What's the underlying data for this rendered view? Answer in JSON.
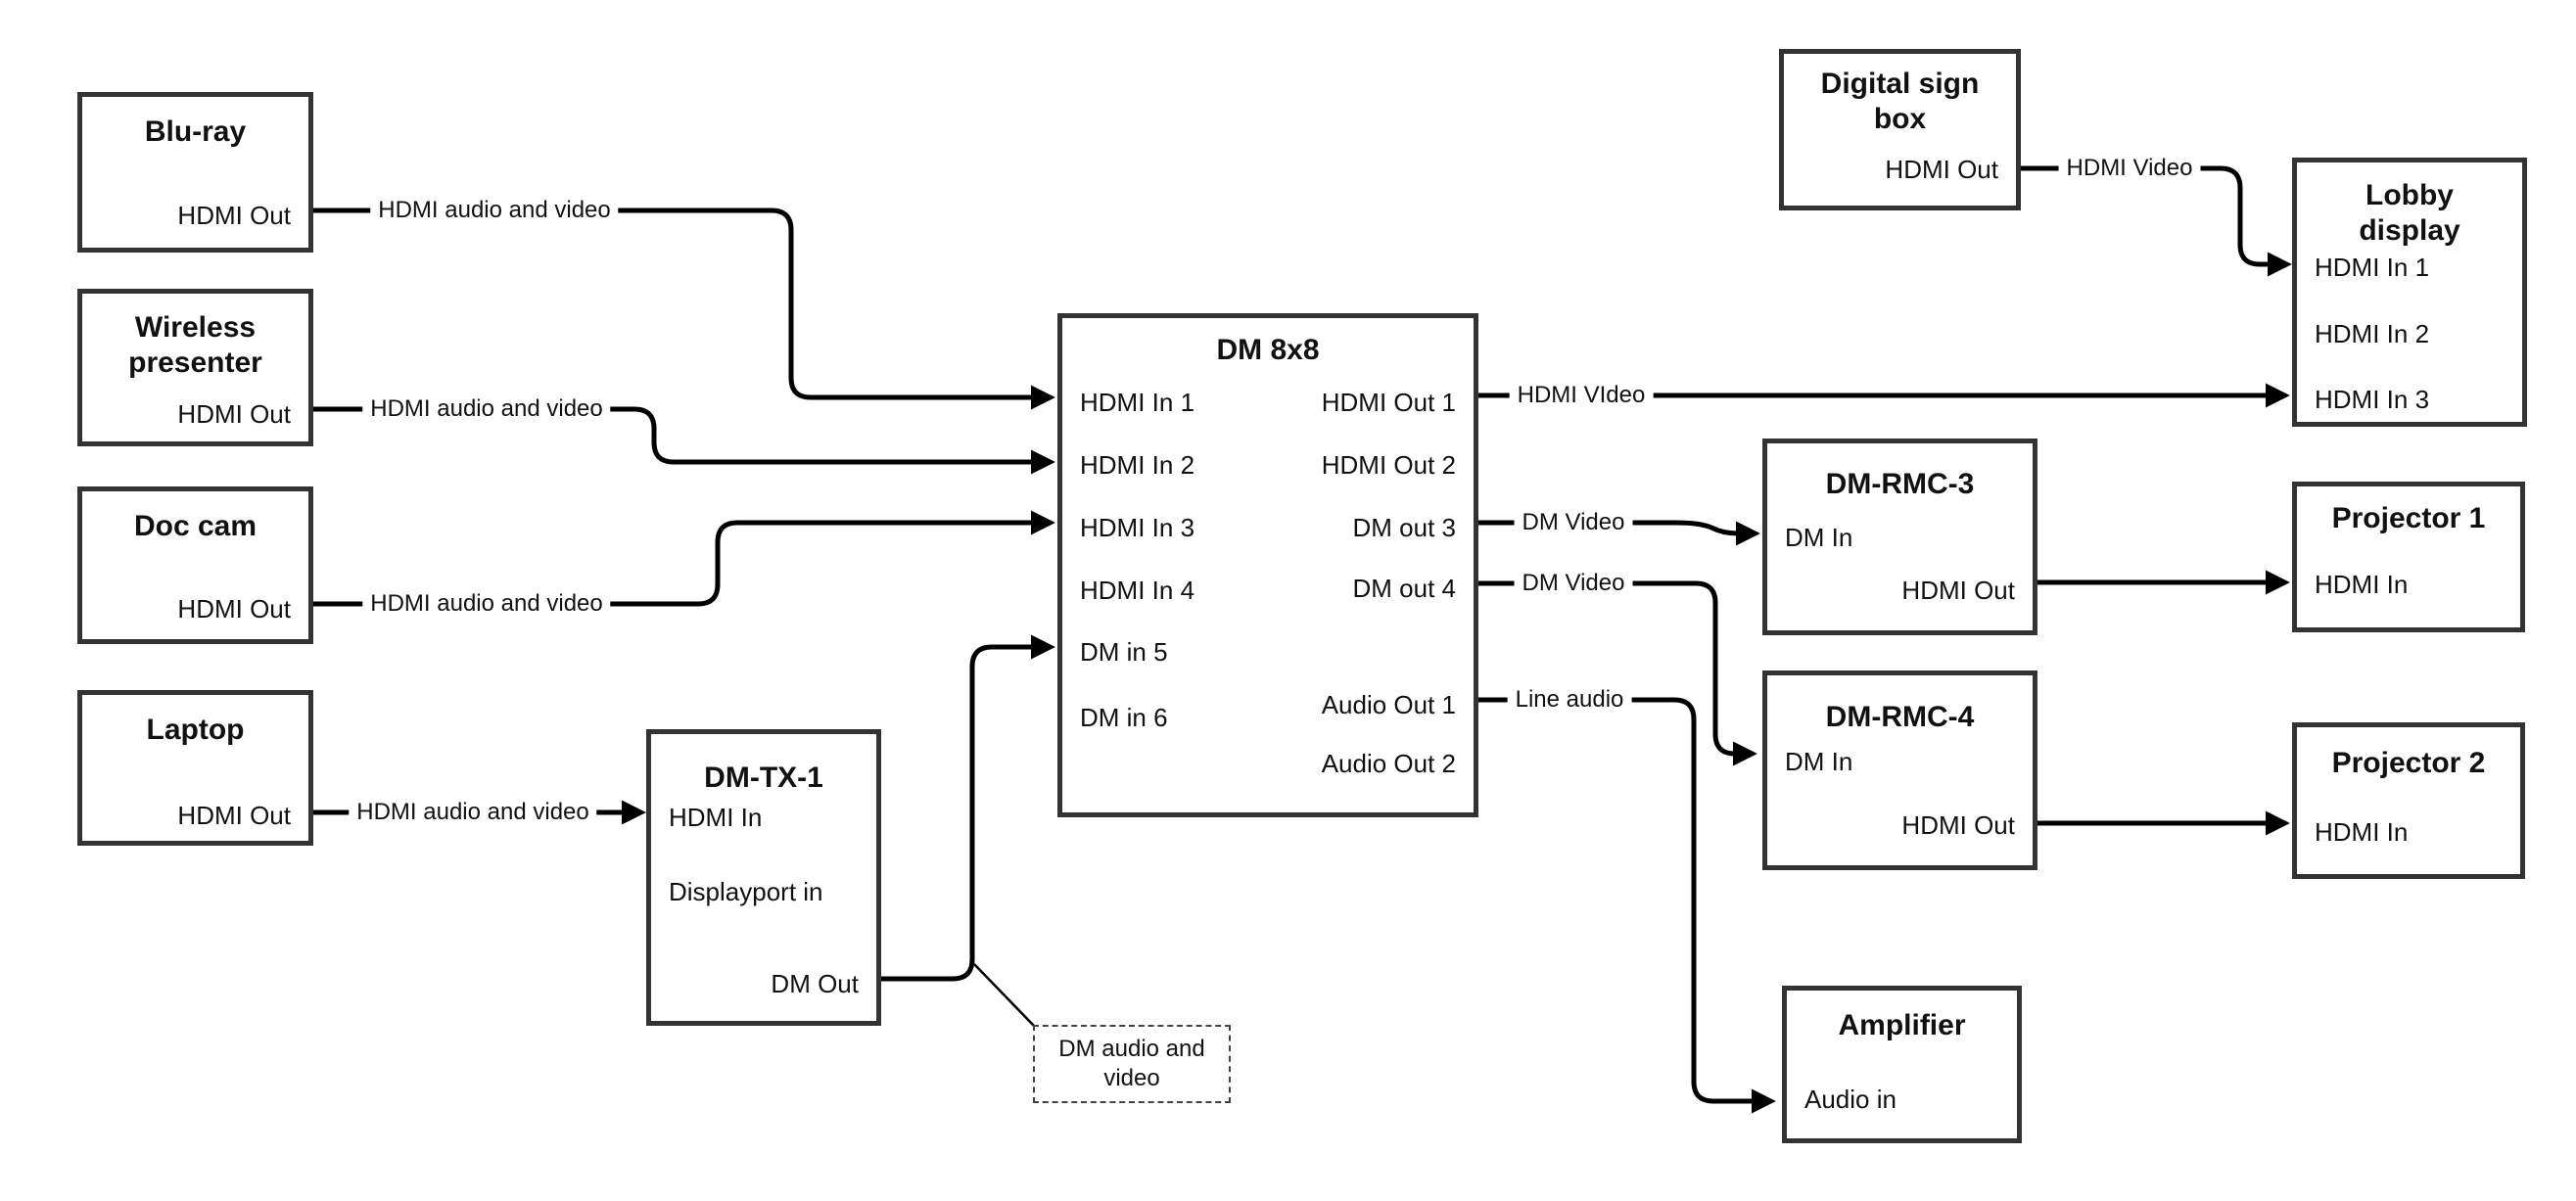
{
  "nodes": {
    "bluray": {
      "title": "Blu-ray",
      "port_hdmi_out": "HDMI Out"
    },
    "wireless": {
      "title": "Wireless\npresenter",
      "port_hdmi_out": "HDMI Out"
    },
    "doccam": {
      "title": "Doc cam",
      "port_hdmi_out": "HDMI Out"
    },
    "laptop": {
      "title": "Laptop",
      "port_hdmi_out": "HDMI Out"
    },
    "dmtx1": {
      "title": "DM-TX-1",
      "port_hdmi_in": "HDMI In",
      "port_dp_in": "Displayport in",
      "port_dm_out": "DM Out"
    },
    "dm8x8": {
      "title": "DM 8x8",
      "left_ports": [
        "HDMI In 1",
        "HDMI In 2",
        "HDMI In 3",
        "HDMI In 4",
        "DM in 5",
        "DM in 6"
      ],
      "right_ports": [
        "HDMI Out 1",
        "HDMI Out 2",
        "DM out 3",
        "DM out 4",
        "Audio Out 1",
        "Audio Out 2"
      ]
    },
    "signbox": {
      "title": "Digital sign\nbox",
      "port_hdmi_out": "HDMI Out"
    },
    "lobby": {
      "title": "Lobby\ndisplay",
      "ports": [
        "HDMI In 1",
        "HDMI In 2",
        "HDMI In 3"
      ]
    },
    "rmc3": {
      "title": "DM-RMC-3",
      "port_dm_in": "DM In",
      "port_hdmi_out": "HDMI Out"
    },
    "proj1": {
      "title": "Projector 1",
      "port_hdmi_in": "HDMI In"
    },
    "rmc4": {
      "title": "DM-RMC-4",
      "port_dm_in": "DM In",
      "port_hdmi_out": "HDMI Out"
    },
    "proj2": {
      "title": "Projector 2",
      "port_hdmi_in": "HDMI In"
    },
    "amp": {
      "title": "Amplifier",
      "port_audio_in": "Audio in"
    }
  },
  "labels": {
    "bluray_to_dm": "HDMI audio and video",
    "wireless_to_dm": "HDMI audio and video",
    "doccam_to_dm": "HDMI audio and video",
    "laptop_to_tx": "HDMI audio and video",
    "sign_to_lobby": "HDMI Video",
    "dmout1_to_lobby": "HDMI VIdeo",
    "dmout3_to_rmc3": "DM Video",
    "dmout4_to_rmc4": "DM Video",
    "audioout1_to_amp": "Line audio",
    "dm_av_note": "DM audio and\nvideo"
  },
  "connections": [
    {
      "from": "Blu-ray HDMI Out",
      "to": "DM 8x8 HDMI In 1",
      "label": "HDMI audio and video"
    },
    {
      "from": "Wireless presenter HDMI Out",
      "to": "DM 8x8 HDMI In 2",
      "label": "HDMI audio and video"
    },
    {
      "from": "Doc cam HDMI Out",
      "to": "DM 8x8 HDMI In 3",
      "label": "HDMI audio and video"
    },
    {
      "from": "Laptop HDMI Out",
      "to": "DM-TX-1 HDMI In",
      "label": "HDMI audio and video"
    },
    {
      "from": "DM-TX-1 DM Out",
      "to": "DM 8x8 DM in 5",
      "label": "DM audio and video"
    },
    {
      "from": "Digital sign box HDMI Out",
      "to": "Lobby display HDMI In 1",
      "label": "HDMI Video"
    },
    {
      "from": "DM 8x8 HDMI Out 1",
      "to": "Lobby display HDMI In 3",
      "label": "HDMI VIdeo"
    },
    {
      "from": "DM 8x8 DM out 3",
      "to": "DM-RMC-3 DM In",
      "label": "DM Video"
    },
    {
      "from": "DM 8x8 DM out 4",
      "to": "DM-RMC-4 DM In",
      "label": "DM Video"
    },
    {
      "from": "DM 8x8 Audio Out 1",
      "to": "Amplifier Audio in",
      "label": "Line audio"
    },
    {
      "from": "DM-RMC-3 HDMI Out",
      "to": "Projector 1 HDMI In",
      "label": ""
    },
    {
      "from": "DM-RMC-4 HDMI Out",
      "to": "Projector 2 HDMI In",
      "label": ""
    }
  ],
  "colors": {
    "line": "#000000",
    "box_border": "#333333",
    "text": "#111111"
  }
}
